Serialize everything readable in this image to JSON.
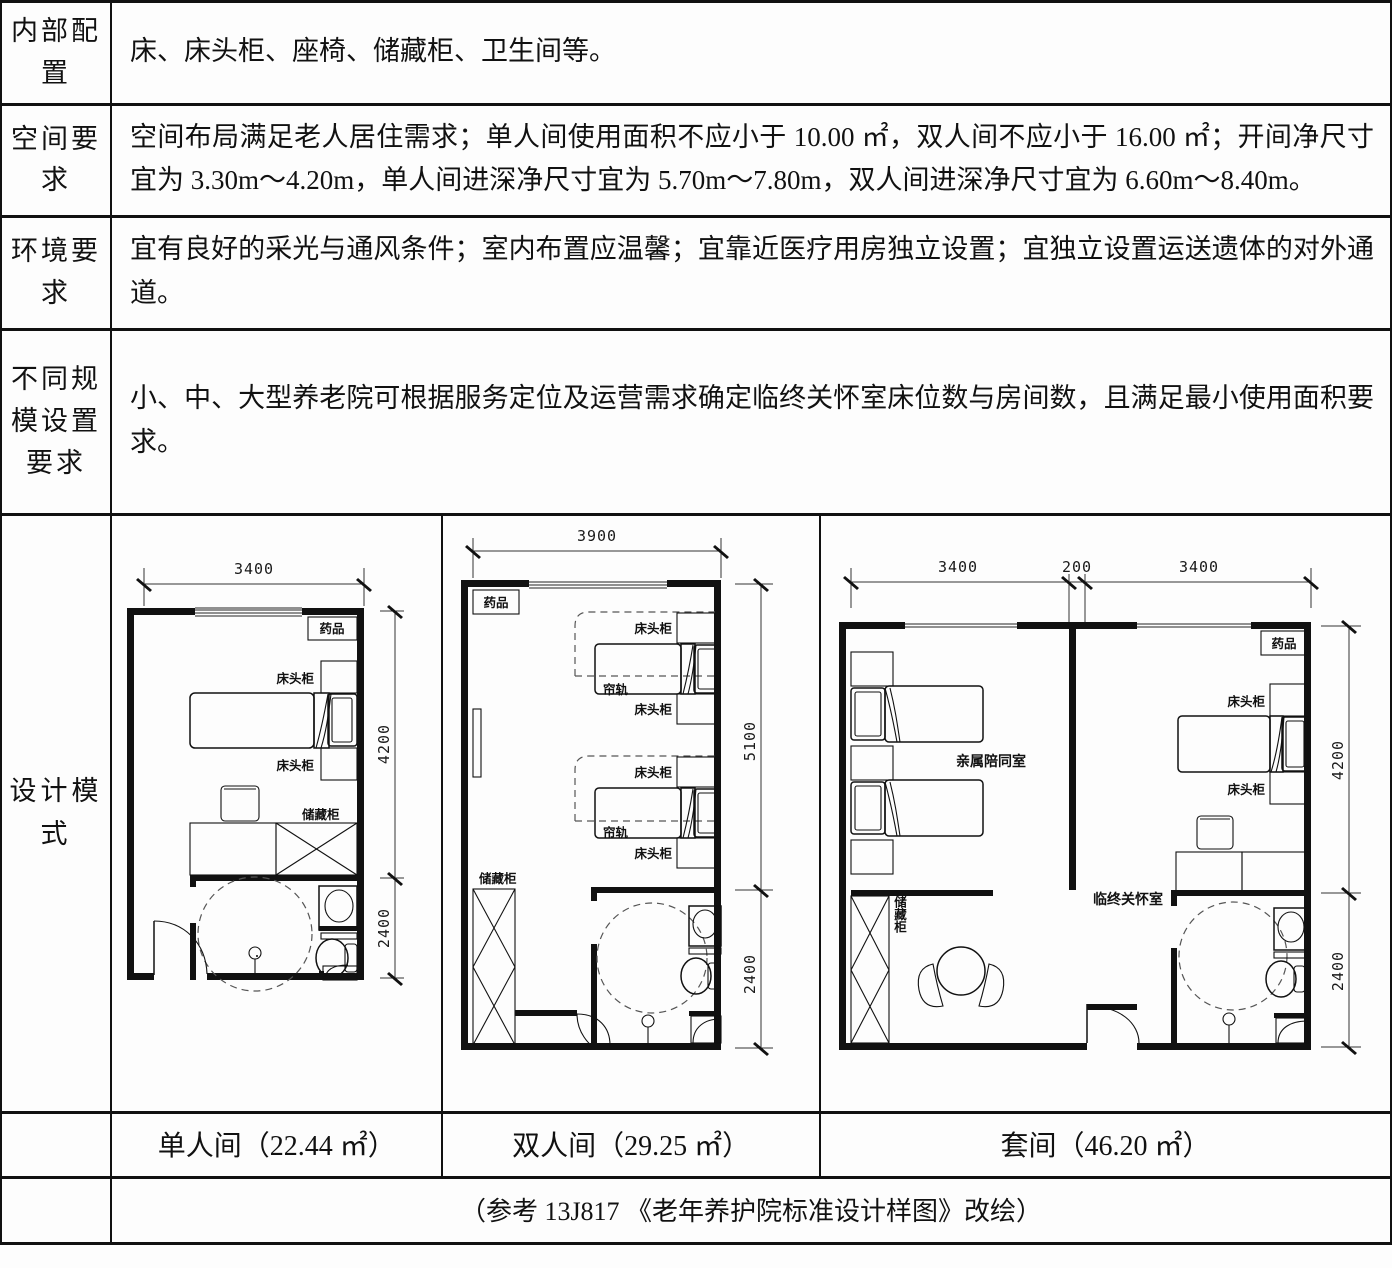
{
  "table": {
    "rows": [
      {
        "header": "内部配置",
        "body": "床、床头柜、座椅、储藏柜、卫生间等。"
      },
      {
        "header": "空间要求",
        "body": "空间布局满足老人居住需求；单人间使用面积不应小于 10.00 ㎡，双人间不应小于 16.00 ㎡；开间净尺寸宜为 3.30m～4.20m，单人间进深净尺寸宜为 5.70m～7.80m，双人间进深净尺寸宜为 6.60m～8.40m。"
      },
      {
        "header": "环境要求",
        "body": "宜有良好的采光与通风条件；室内布置应温馨；宜靠近医疗用房独立设置；宜独立设置运送遗体的对外通道。"
      },
      {
        "header": "不同规模设置要求",
        "body": "小、中、大型养老院可根据服务定位及运营需求确定临终关怀室床位数与房间数，且满足最小使用面积要求。"
      }
    ],
    "plans_header": "设计模式",
    "source_note": "（参考 13J817 《老年养护院标准设计样图》改绘）"
  },
  "plans": [
    {
      "id": "single-room",
      "caption": "单人间（22.44 ㎡）",
      "dims": {
        "width": "3400",
        "room_depth": "4200",
        "bath_depth": "2400"
      },
      "labels": {
        "medicine": "药品",
        "nightstand_top": "床头柜",
        "nightstand_bottom": "床头柜",
        "storage": "储藏柜"
      }
    },
    {
      "id": "double-room",
      "caption": "双人间（29.25 ㎡）",
      "dims": {
        "width": "3900",
        "room_depth": "5100",
        "bath_depth": "2400"
      },
      "labels": {
        "medicine": "药品",
        "nightstand_a_top": "床头柜",
        "nightstand_a_bottom": "床头柜",
        "nightstand_b_top": "床头柜",
        "nightstand_b_bottom": "床头柜",
        "curtain_track_a": "帘轨",
        "curtain_track_b": "帘轨",
        "storage": "储藏柜"
      }
    },
    {
      "id": "suite-room",
      "caption": "套间（46.20 ㎡）",
      "dims": {
        "left_width": "3400",
        "wall": "200",
        "right_width": "3400",
        "room_depth": "4200",
        "bath_depth": "2400"
      },
      "labels": {
        "family_room": "亲属陪同室",
        "hospice_room": "临终关怀室",
        "medicine": "药品",
        "nightstand_top": "床头柜",
        "nightstand_bottom": "床头柜",
        "storage": "储藏柜"
      }
    }
  ],
  "colors": {
    "ink": "#111111",
    "paper": "#fdfdfd",
    "dashed": "#555555"
  }
}
